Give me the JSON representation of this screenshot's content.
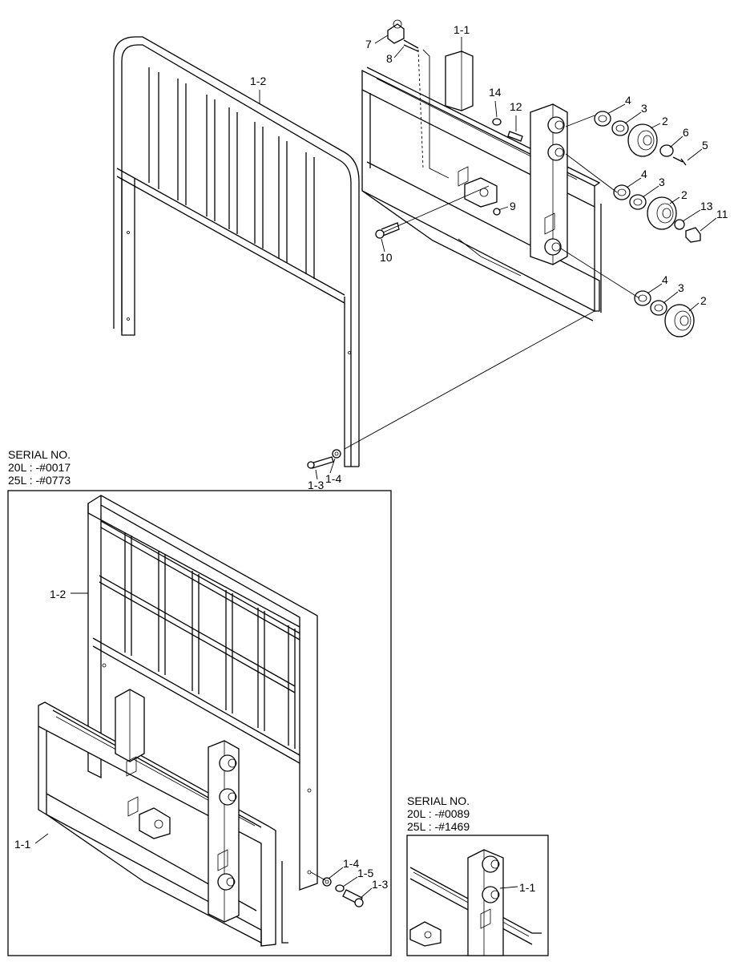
{
  "serial_blocks": [
    {
      "heading": "SERIAL NO.",
      "line1": "20L : -#0017",
      "line2": "25L : -#0773"
    },
    {
      "heading": "SERIAL NO.",
      "line1": "20L : -#0089",
      "line2": "25L : -#1469"
    }
  ],
  "callouts": {
    "c7": "7",
    "c8": "8",
    "c1_1_top": "1-1",
    "c1_2_top": "1-2",
    "c14": "14",
    "c12": "12",
    "c4a": "4",
    "c3a": "3",
    "c2a": "2",
    "c6": "6",
    "c5": "5",
    "c4b": "4",
    "c3b": "3",
    "c2b": "2",
    "c13": "13",
    "c11": "11",
    "c9": "9",
    "c10": "10",
    "c4c": "4",
    "c3c": "3",
    "c2c": "2",
    "c1_3_top": "1-3",
    "c1_4_top": "1-4",
    "c1_2_box": "1-2",
    "c1_1_box": "1-1",
    "c1_4_box": "1-4",
    "c1_5_box": "1-5",
    "c1_3_box": "1-3",
    "c1_1_small": "1-1"
  }
}
